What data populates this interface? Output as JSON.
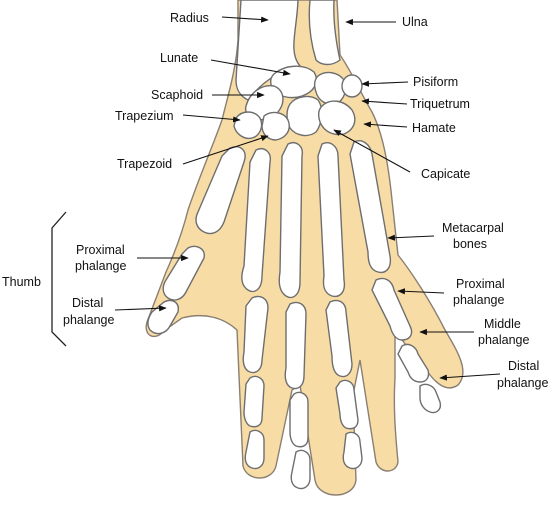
{
  "labels": {
    "radius": "Radius",
    "ulna": "Ulna",
    "lunate": "Lunate",
    "pisiform": "Pisiform",
    "scaphoid": "Scaphoid",
    "triquetrum": "Triquetrum",
    "trapezium": "Trapezium",
    "hamate": "Hamate",
    "trapezoid": "Trapezoid",
    "capicate": "Capicate",
    "metacarpal_line1": "Metacarpal",
    "metacarpal_line2": "bones",
    "thumb_proximal_line1": "Proximal",
    "thumb_proximal_line2": "phalange",
    "thumb": "Thumb",
    "thumb_distal_line1": "Distal",
    "thumb_distal_line2": "phalange",
    "proximal_line1": "Proximal",
    "proximal_line2": "phalange",
    "middle_line1": "Middle",
    "middle_line2": "phalange",
    "distal_line1": "Distal",
    "distal_line2": "phalange"
  },
  "colors": {
    "skin": "#f8dca6",
    "bone": "#ffffff",
    "outline": "#8a7f72"
  }
}
